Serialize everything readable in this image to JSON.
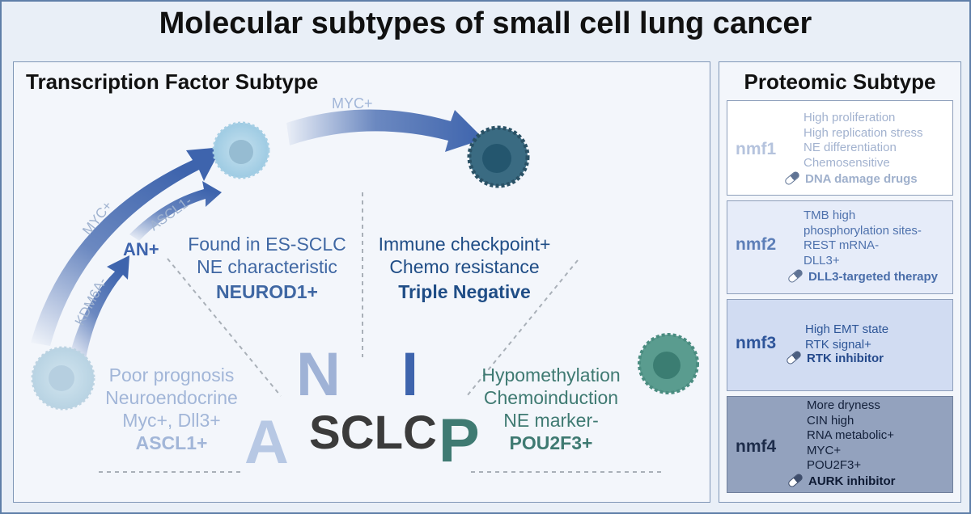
{
  "title": "Molecular subtypes of small cell lung cancer",
  "tf": {
    "title": "Transcription Factor Subtype",
    "an_label": "AN+",
    "arrows": {
      "myc_top": "MYC+",
      "myc_left": "MYC+",
      "ascl1": "ASCL1-",
      "kdm6a": "KDM6A-"
    },
    "neurod1": {
      "l1": "Found in ES-SCLC",
      "l2": "NE characteristic",
      "name": "NEUROD1+"
    },
    "inflamed": {
      "l1": "Immune checkpoint+",
      "l2": "Chemo resistance",
      "name": "Triple Negative"
    },
    "ascl1": {
      "l1": "Poor prognosis",
      "l2": "Neuroendocrine",
      "l3": "Myc+, Dll3+",
      "name": "ASCL1+"
    },
    "pou2f3": {
      "l1": "Hypomethylation",
      "l2": "Chemoinduction",
      "l3": "NE marker-",
      "name": "POU2F3+"
    },
    "letters": {
      "n": "N",
      "i": "I",
      "a": "A",
      "p": "P"
    },
    "center": "SCLC"
  },
  "proteomic": {
    "title": "Proteomic Subtype",
    "nmf1": {
      "label": "nmf1",
      "lines": [
        "High proliferation",
        "High replication stress",
        "NE differentiation",
        "Chemosensitive"
      ],
      "drug": "DNA damage drugs"
    },
    "nmf2": {
      "label": "nmf2",
      "lines": [
        "TMB high",
        "phosphorylation sites-",
        "REST mRNA-",
        "DLL3+"
      ],
      "drug": "DLL3-targeted therapy"
    },
    "nmf3": {
      "label": "nmf3",
      "lines": [
        "High EMT state",
        "RTK signal+"
      ],
      "drug": "RTK inhibitor"
    },
    "nmf4": {
      "label": "nmf4",
      "lines": [
        "More dryness",
        "CIN high",
        "RNA metabolic+",
        "MYC+",
        "POU2F3+"
      ],
      "drug": "AURK inhibitor"
    }
  },
  "colors": {
    "ascl1": "#a2b6d8",
    "neurod1": "#3f67a3",
    "inflamed": "#1f4d86",
    "pou2f3": "#3f7a72",
    "arrow": "#3e64ad"
  }
}
